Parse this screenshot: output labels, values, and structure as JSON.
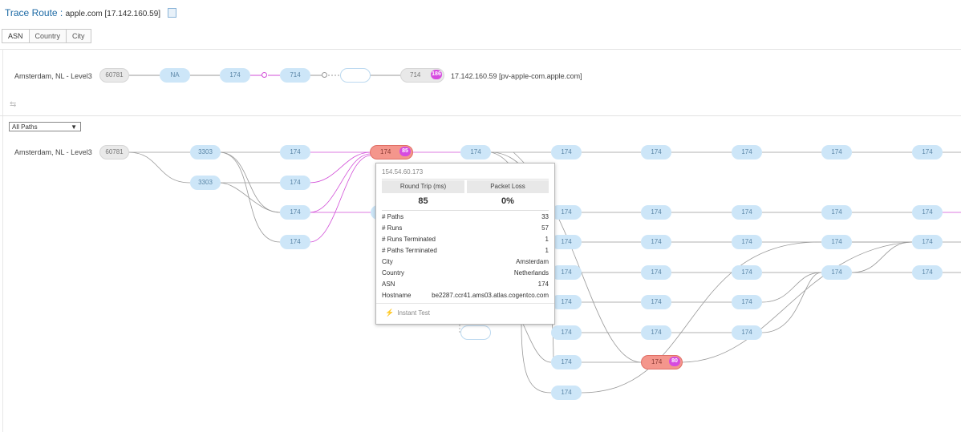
{
  "header": {
    "title": "Trace Route :",
    "target": "apple.com [17.142.160.59]",
    "copy_icon": "copy-icon"
  },
  "tabs": [
    {
      "label": "ASN",
      "active": true
    },
    {
      "label": "Country",
      "active": false
    },
    {
      "label": "City",
      "active": false
    }
  ],
  "summary": {
    "source_label": "Amsterdam, NL - Level3",
    "nodes": [
      "60781",
      "NA",
      "174",
      "714",
      "",
      "714"
    ],
    "dest_badge": "186",
    "destination": "17.142.160.59 [pv-apple-com.apple.com]"
  },
  "filter": {
    "selected": "All Paths"
  },
  "detail": {
    "source_label": "Amsterdam, NL - Level3",
    "origin_node": "60781",
    "red_node_1": {
      "asn": "174",
      "badge": "85"
    },
    "red_node_2": {
      "asn": "174",
      "badge": "80"
    },
    "asn_3303": "3303",
    "asn_174": "174"
  },
  "tooltip": {
    "ip": "154.54.60.173",
    "rt_header": "Round Trip (ms)",
    "pl_header": "Packet Loss",
    "rt_value": "85",
    "pl_value": "0%",
    "rows": [
      {
        "k": "# Paths",
        "v": "33"
      },
      {
        "k": "# Runs",
        "v": "57"
      },
      {
        "k": "# Runs Terminated",
        "v": "1"
      },
      {
        "k": "# Paths Terminated",
        "v": "1"
      },
      {
        "k": "City",
        "v": "Amsterdam"
      },
      {
        "k": "Country",
        "v": "Netherlands"
      },
      {
        "k": "ASN",
        "v": "174"
      },
      {
        "k": "Hostname",
        "v": "be2287.ccr41.ams03.atlas.cogentco.com"
      }
    ],
    "action": "Instant Test"
  },
  "colors": {
    "node_blue": "#cde6f8",
    "node_red": "#f4968c",
    "badge": "#d64be0",
    "link": "#888888",
    "highlight": "#d24fd8",
    "accent": "#1d6aa5"
  }
}
